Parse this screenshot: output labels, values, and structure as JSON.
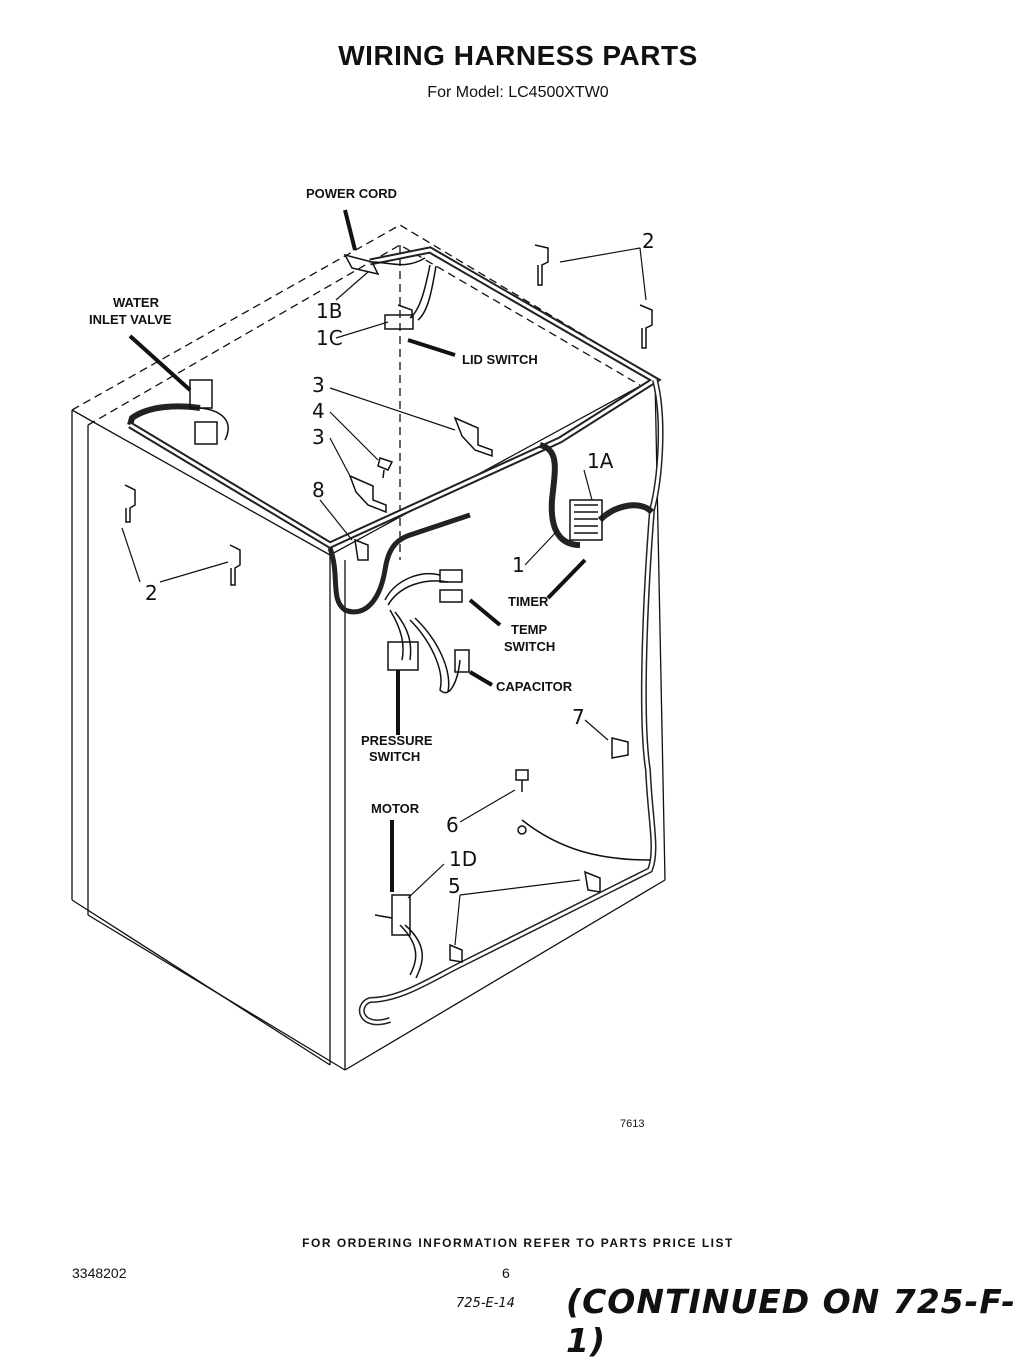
{
  "header": {
    "title": "WIRING HARNESS PARTS",
    "subtitle": "For Model:  LC4500XTW0"
  },
  "labels": {
    "power_cord": "POWER CORD",
    "water_inlet_valve_1": "WATER",
    "water_inlet_valve_2": "INLET VALVE",
    "lid_switch": "LID SWITCH",
    "timer": "TIMER",
    "temp_switch_1": "TEMP",
    "temp_switch_2": "SWITCH",
    "capacitor": "CAPACITOR",
    "pressure_switch_1": "PRESSURE",
    "pressure_switch_2": "SWITCH",
    "motor": "MOTOR"
  },
  "callouts": {
    "n1B": "1B",
    "n1C": "1C",
    "n1A": "1A",
    "n1": "1",
    "n1D": "1D",
    "n2_top": "2",
    "n2_left": "2",
    "n3_a": "3",
    "n4": "4",
    "n3_b": "3",
    "n8": "8",
    "n7": "7",
    "n6": "6",
    "n5": "5"
  },
  "figure_code": "7613",
  "footer": {
    "ordering": "FOR ORDERING INFORMATION REFER TO PARTS PRICE LIST",
    "part_number": "3348202",
    "page_number": "6",
    "handwritten": "725-E-14",
    "continued": "(CONTINUED ON 725-F-1)"
  }
}
